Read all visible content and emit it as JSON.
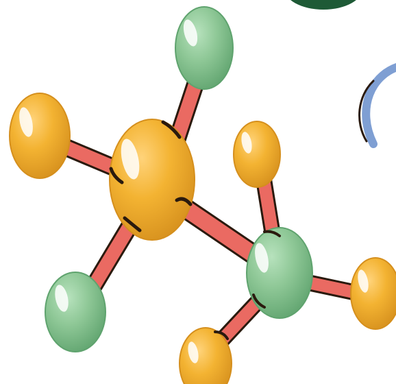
{
  "illustration": {
    "subject": "molecule-model",
    "colors": {
      "background": "#ffffff",
      "atom_orange": "#f3b332",
      "atom_orange_shade": "#d58f1d",
      "atom_green": "#8fc897",
      "atom_green_shade": "#5fa36e",
      "bond": "#ea6a62",
      "bond_shade": "#c94b45",
      "outline": "#2a1a0e",
      "accent_blue": "#7f9fd3",
      "accent_dark_green": "#1e5a36"
    },
    "atoms": [
      {
        "role": "center",
        "color": "orange"
      },
      {
        "role": "branch",
        "color": "orange"
      },
      {
        "role": "branch",
        "color": "green"
      },
      {
        "role": "branch",
        "color": "green"
      },
      {
        "role": "hub",
        "color": "green"
      },
      {
        "role": "branch",
        "color": "orange"
      },
      {
        "role": "branch",
        "color": "orange"
      },
      {
        "role": "branch",
        "color": "orange"
      }
    ]
  }
}
